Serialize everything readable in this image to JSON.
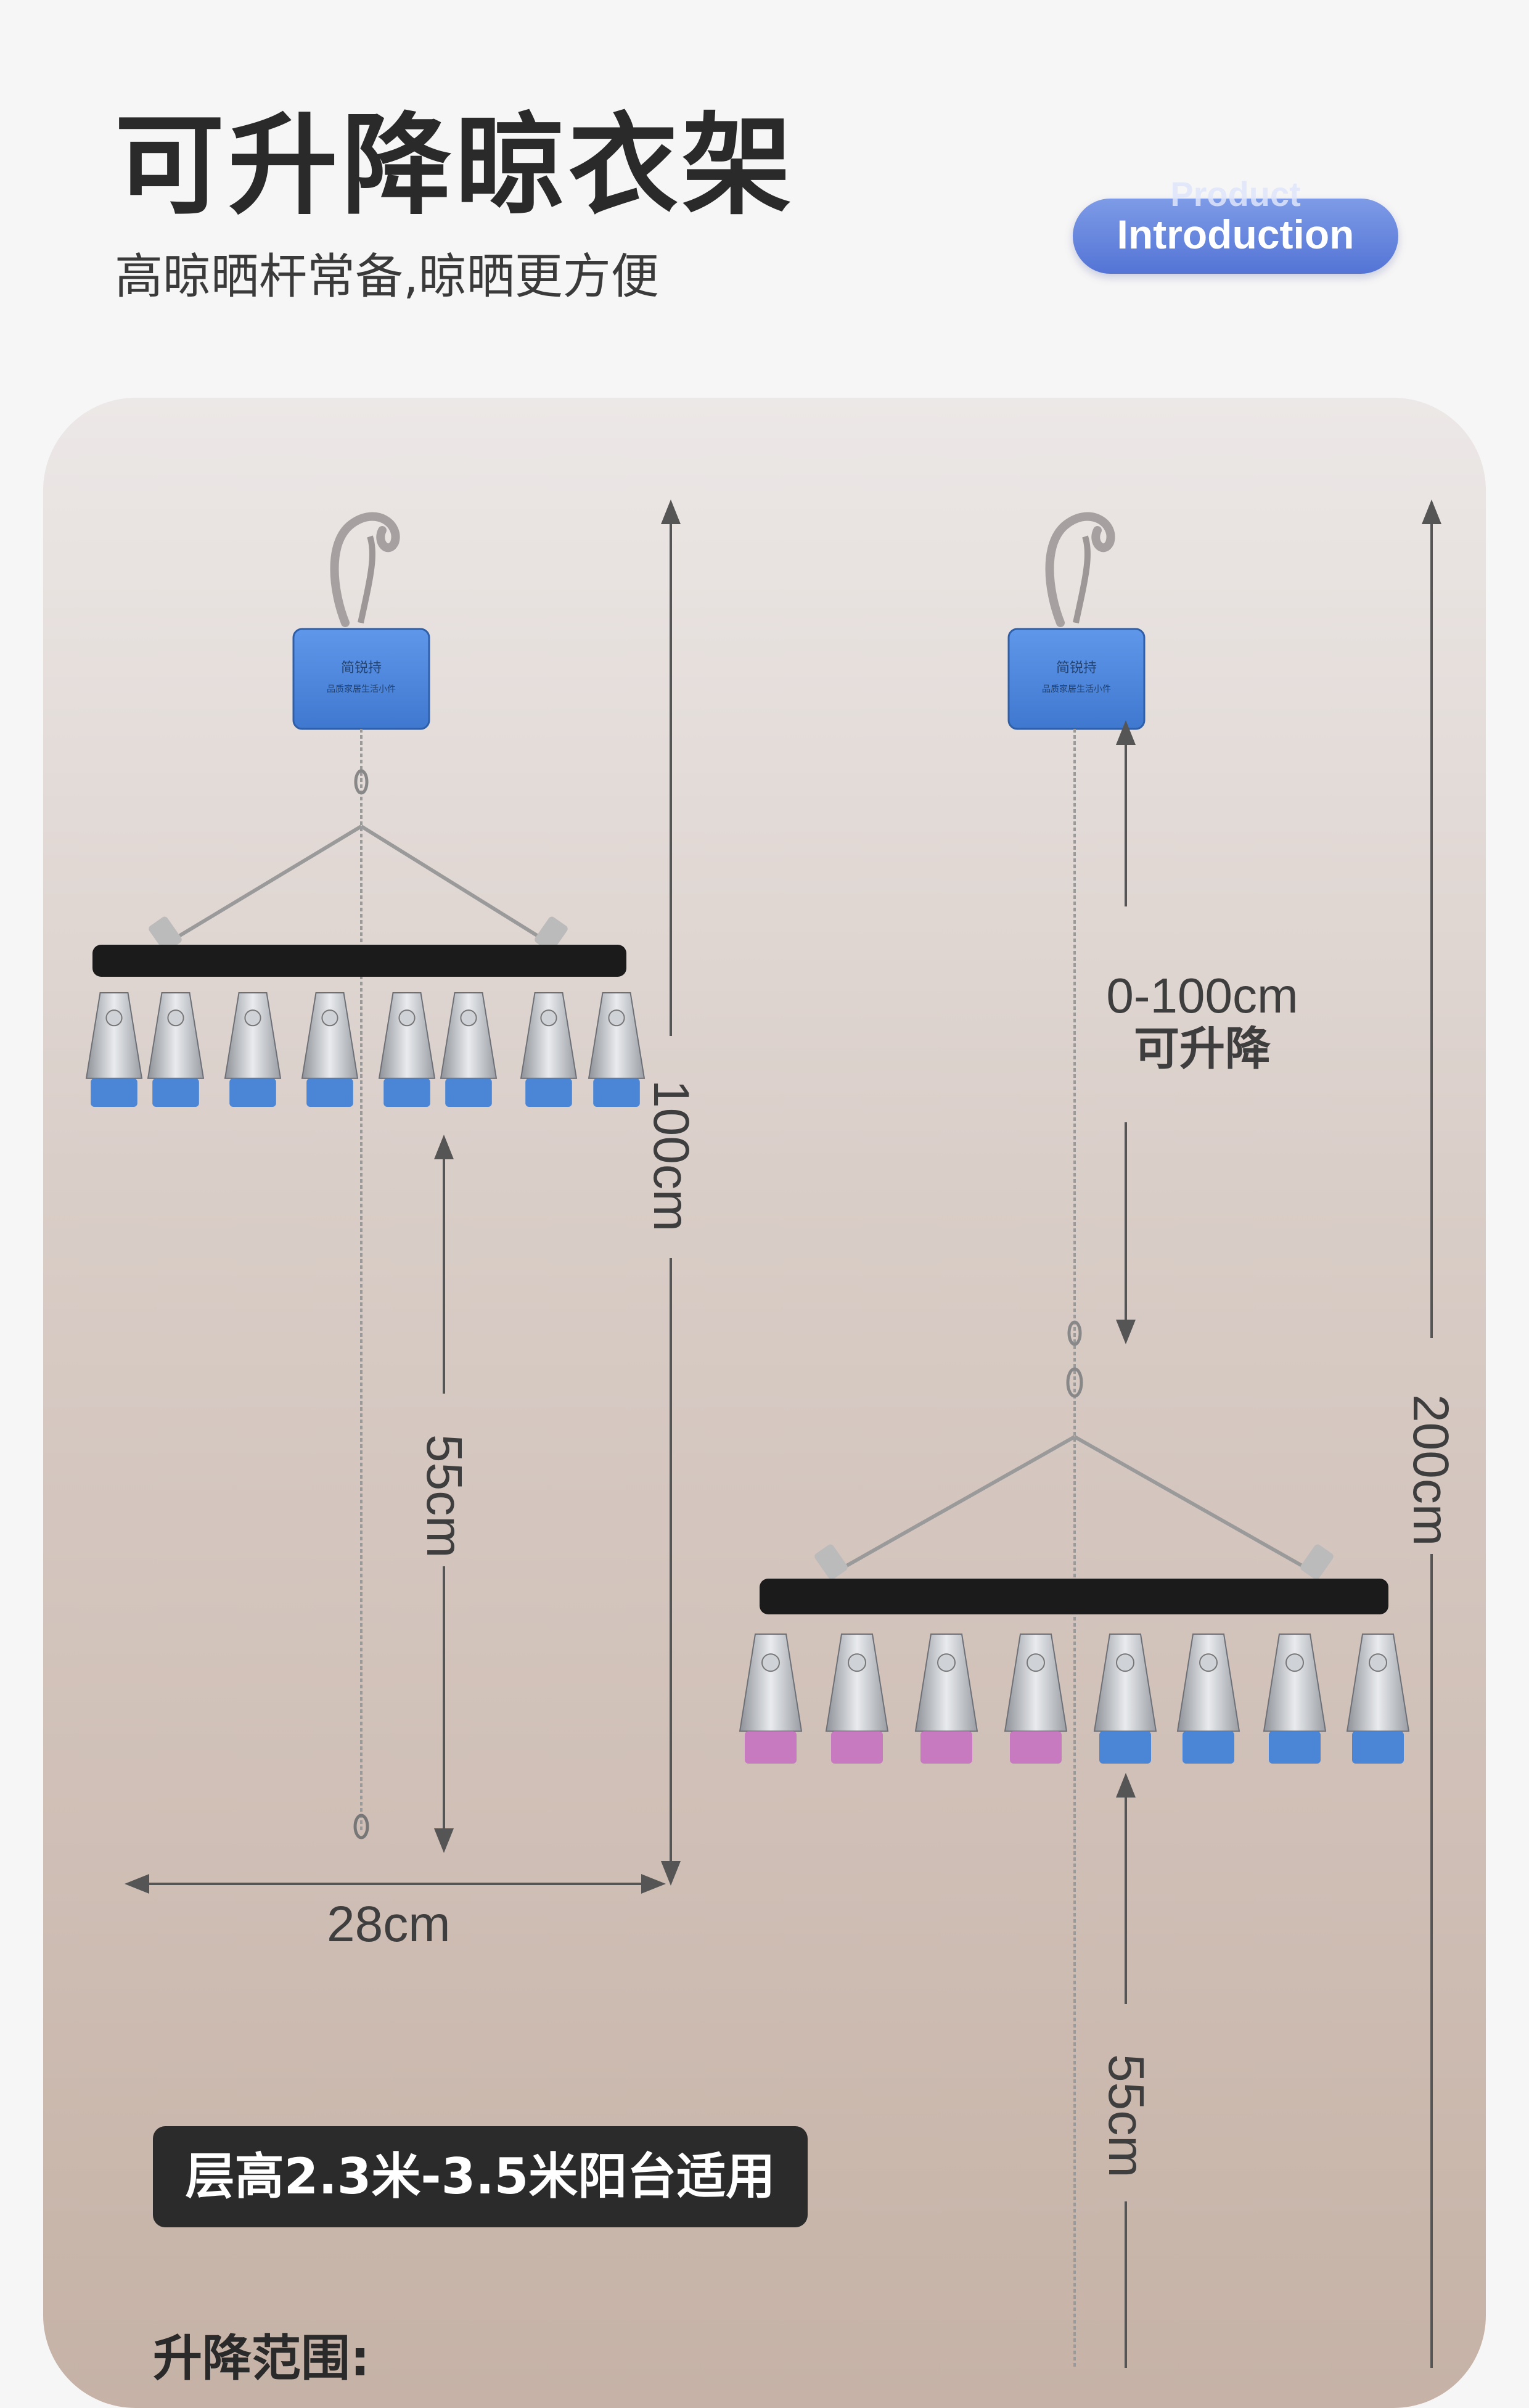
{
  "header": {
    "title": "可升降晾衣架",
    "subtitle": "高晾晒杆常备,晾晒更方便"
  },
  "badge": {
    "sub": "Product",
    "main": "Introduction"
  },
  "hook_box_text": {
    "line1": "简锐持",
    "line2": "品质家居生活小件"
  },
  "dimensions": {
    "height_left": "100cm",
    "drop_left": "55cm",
    "width": "28cm",
    "range": "0-100cm",
    "range_label": "可升降",
    "height_right": "200cm",
    "drop_right": "55cm"
  },
  "footer": {
    "suitable": "层高2.3米-3.5米阳台适用",
    "lift_range": "升降范围:"
  },
  "colors": {
    "accent_blue": "#5b7bd8",
    "clip_blue": "#4b86d6",
    "clip_pink": "#c77ac0",
    "bar_black": "#1b1b1b"
  }
}
